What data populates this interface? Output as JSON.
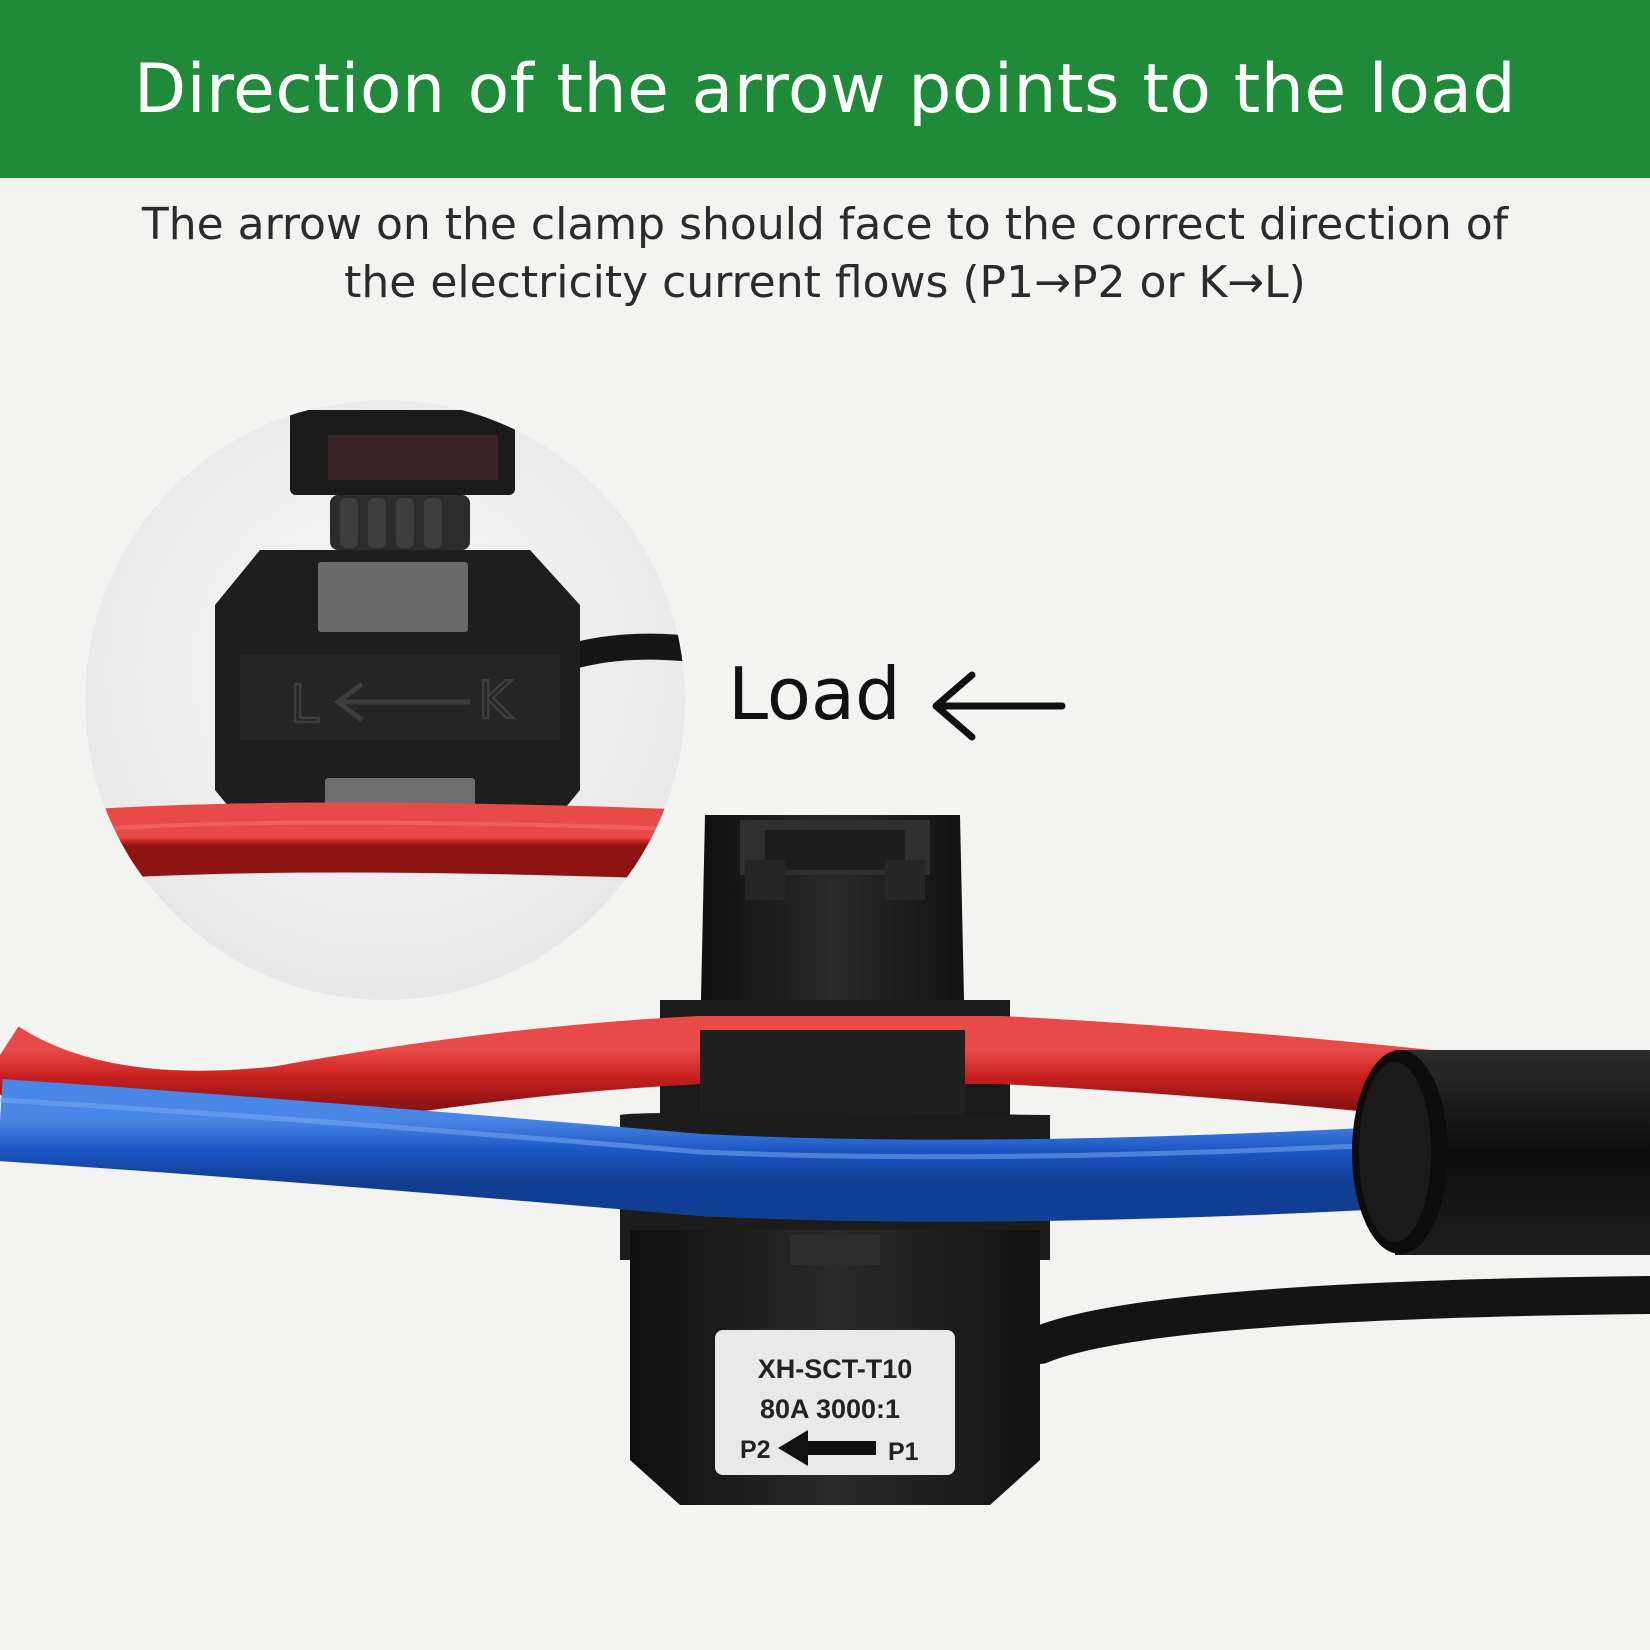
{
  "banner": {
    "title": "Direction of the arrow points to the load",
    "background": "#1f8a3a"
  },
  "subtitle": {
    "line1": "The arrow on the clamp should face to the correct direction of",
    "line2": "the electricity current flows (P1→P2 or K→L)"
  },
  "callout": {
    "load_text": "Load",
    "arrow_icon": "left-arrow-icon"
  },
  "inset": {
    "left_letter": "L",
    "right_letter": "K"
  },
  "ct_label": {
    "model": "XH-SCT-T10",
    "rating": "80A 3000:1",
    "out_terminal": "P2",
    "in_terminal": "P1"
  },
  "colors": {
    "red_wire": "#d42a2a",
    "blue_wire": "#1c56c4",
    "black_body": "#1b1b1b"
  }
}
